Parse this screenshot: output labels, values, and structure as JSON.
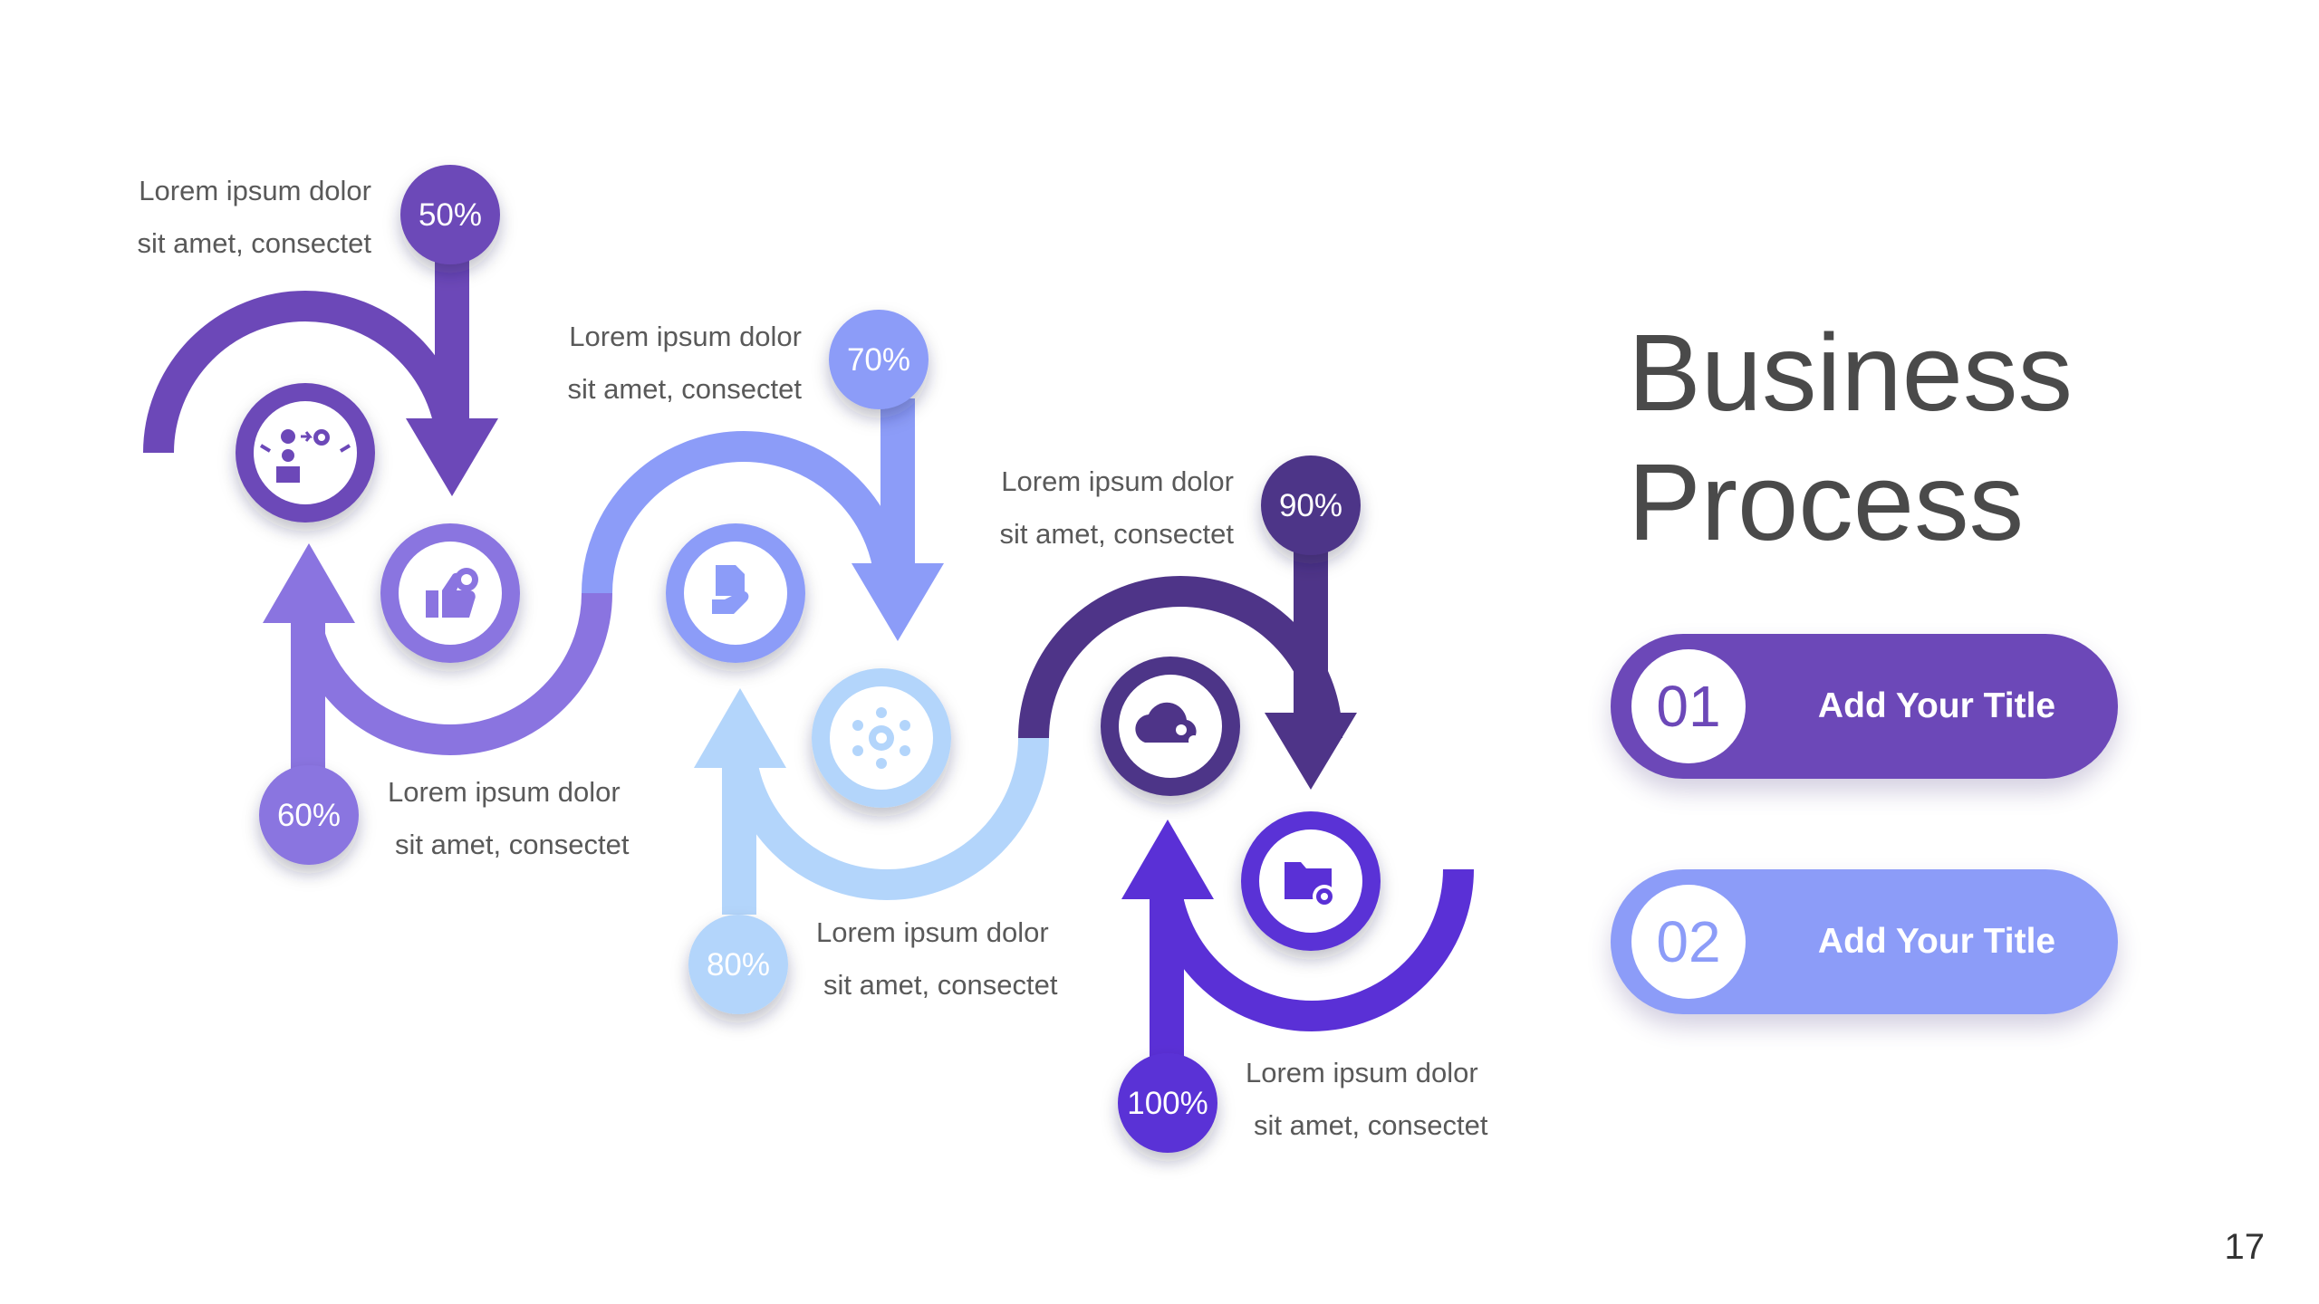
{
  "title_line1": "Business",
  "title_line2": "Process",
  "page_number": "17",
  "colors": {
    "s1": "#6c48b8",
    "s2": "#8a74e0",
    "s3": "#8c9cf8",
    "s4": "#b3d5fb",
    "s5": "#4e3488",
    "s6": "#5a30d6",
    "text": "#595959"
  },
  "steps": [
    {
      "percent": "50%",
      "caption_line1": "Lorem ipsum dolor",
      "caption_line2": "sit amet, consectet",
      "icon": "team-settings-icon"
    },
    {
      "percent": "60%",
      "caption_line1": "Lorem ipsum dolor",
      "caption_line2": "sit amet, consectet",
      "icon": "thumbs-up-gear-icon"
    },
    {
      "percent": "70%",
      "caption_line1": "Lorem ipsum dolor",
      "caption_line2": "sit amet, consectet",
      "icon": "hand-document-icon"
    },
    {
      "percent": "80%",
      "caption_line1": "Lorem ipsum dolor",
      "caption_line2": "sit amet, consectet",
      "icon": "network-gear-icon"
    },
    {
      "percent": "90%",
      "caption_line1": "Lorem ipsum dolor",
      "caption_line2": "sit amet, consectet",
      "icon": "cloud-share-icon"
    },
    {
      "percent": "100%",
      "caption_line1": "Lorem ipsum dolor",
      "caption_line2": "sit amet, consectet",
      "icon": "folder-gear-icon"
    }
  ],
  "items": [
    {
      "number": "01",
      "label": "Add Your Title",
      "color": "#6c48b8"
    },
    {
      "number": "02",
      "label": "Add Your Title",
      "color": "#8c9cf8"
    }
  ]
}
